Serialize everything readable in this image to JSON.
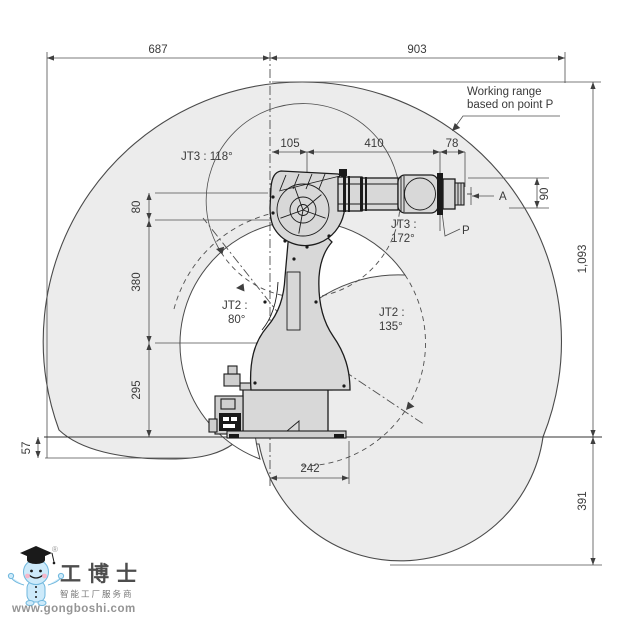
{
  "diagram": {
    "dims": {
      "left_reach": "687",
      "right_reach": "903",
      "elbow_offset": "105",
      "forearm_length": "410",
      "wrist_length": "78",
      "flange_height": "90",
      "arm_axis_offset": "80",
      "upper_arm": "380",
      "shoulder_height": "295",
      "below_base": "57",
      "base_width": "242",
      "lower_reach": "391",
      "total_height": "1,093"
    },
    "labels": {
      "jt3_left": "JT3 : 118°",
      "jt3_right_l1": "JT3 :",
      "jt3_right_l2": "172°",
      "jt2_left_l1": "JT2 :",
      "jt2_left_l2": "80°",
      "jt2_right_l1": "JT2 :",
      "jt2_right_l2": "135°",
      "note_l1": "Working range",
      "note_l2": "based on point P",
      "point_a": "A",
      "point_p": "P"
    },
    "colors": {
      "line": "#3f3f3f",
      "envelope_fill": "#ececec",
      "arm_fill": "#d8d8d8"
    }
  },
  "logo": {
    "brand": "工博士",
    "tagline": "智能工厂服务商",
    "website": "www.gongboshi.com",
    "registered": "®"
  }
}
